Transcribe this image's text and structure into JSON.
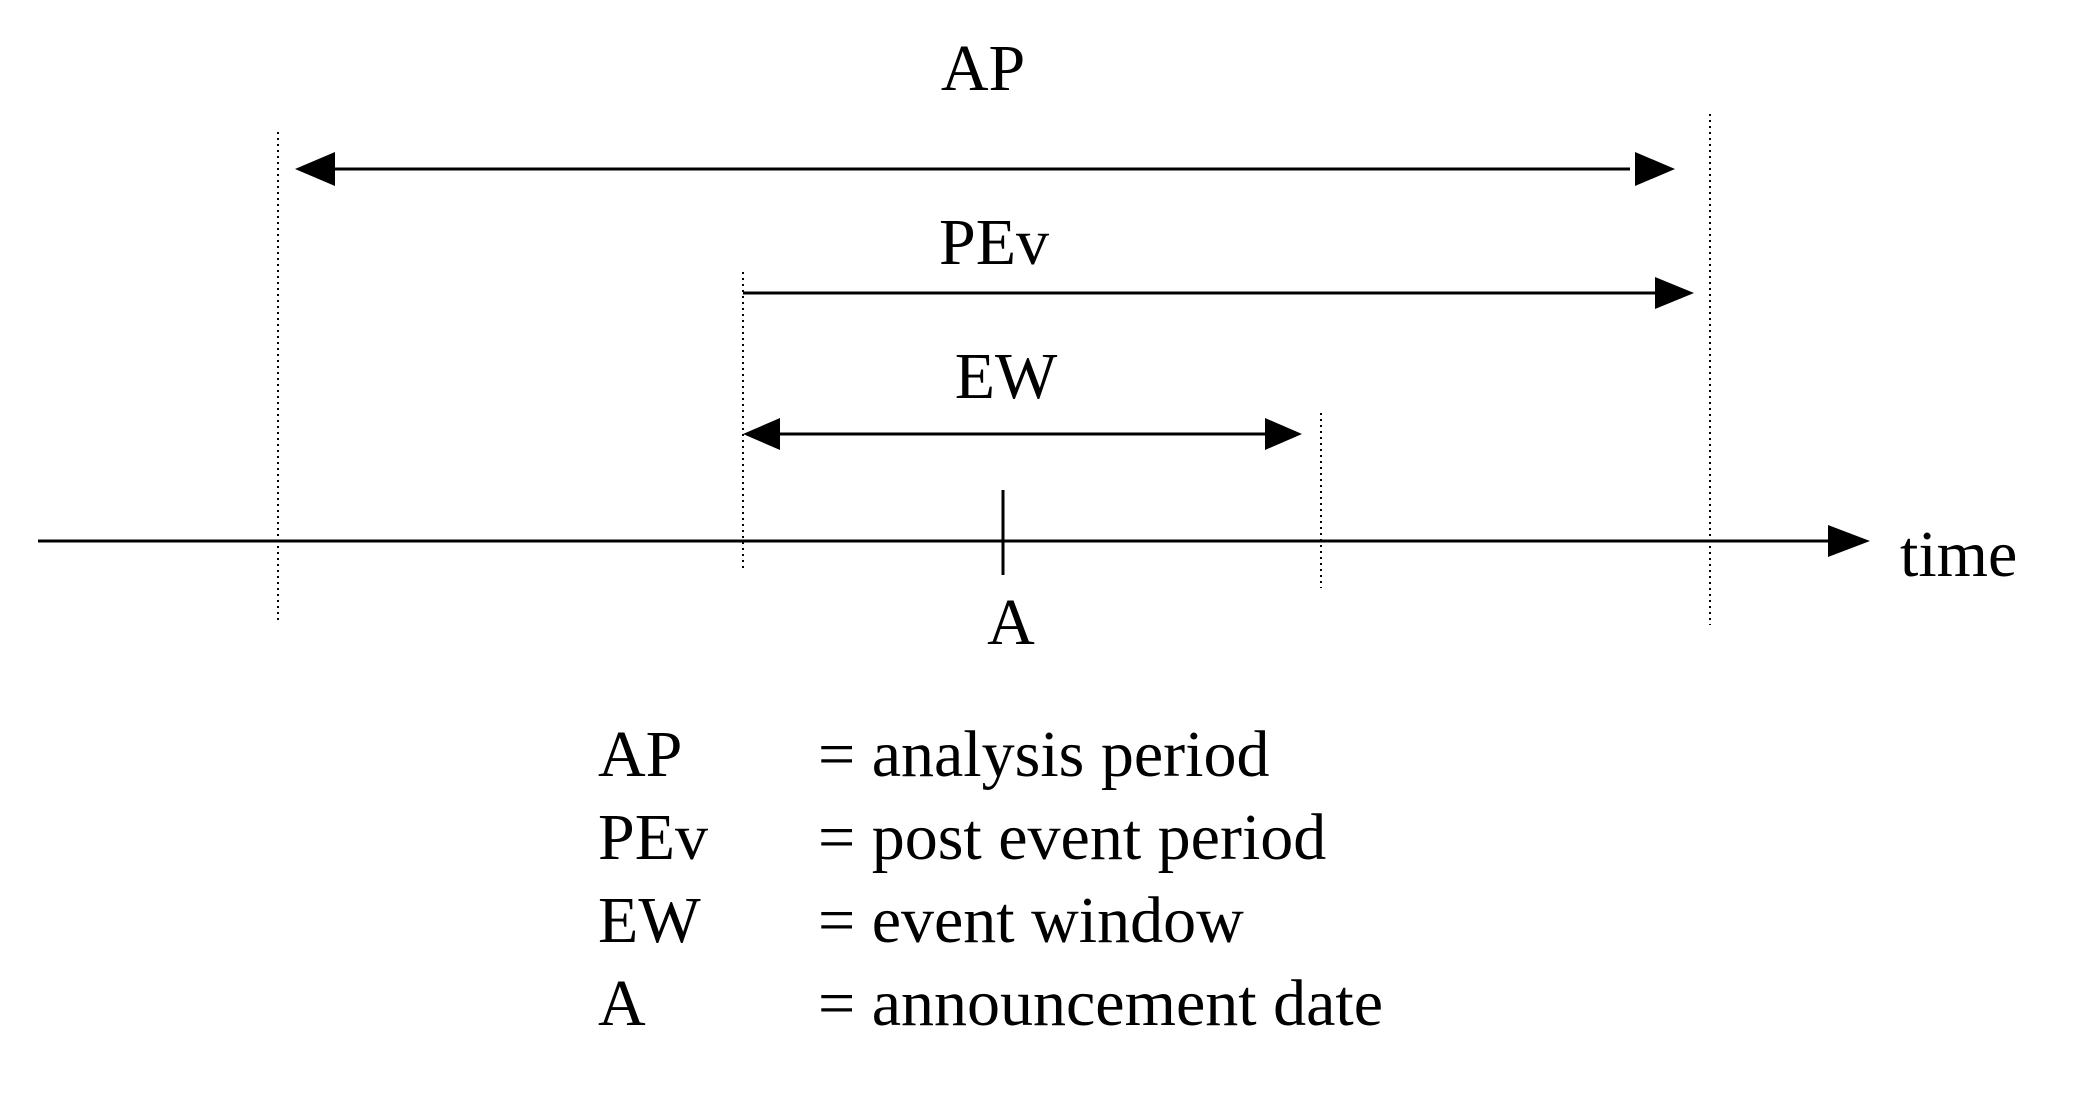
{
  "diagram": {
    "axis_label": "time",
    "spans": {
      "ap": "AP",
      "pev": "PEv",
      "ew": "EW"
    },
    "event_marker": "A"
  },
  "legend": [
    {
      "abbr": "AP",
      "definition": "= analysis period"
    },
    {
      "abbr": "PEv",
      "definition": "= post event period"
    },
    {
      "abbr": "EW",
      "definition": "= event window"
    },
    {
      "abbr": "A",
      "definition": "= announcement date"
    }
  ],
  "colors": {
    "ink": "#000000",
    "background": "#ffffff"
  }
}
